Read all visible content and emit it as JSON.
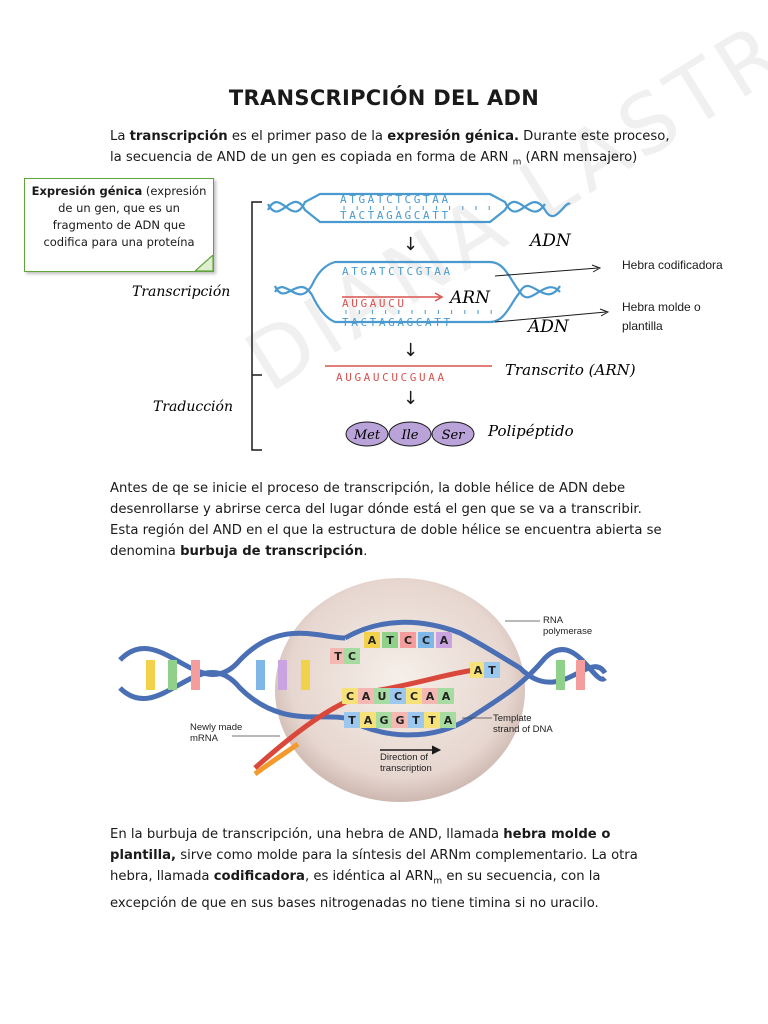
{
  "title": "TRANSCRIPCIÓN DEL ADN",
  "intro": {
    "p1": "La ",
    "b1": "transcripción",
    "p2": " es el primer paso de la ",
    "b2": "expresión génica.",
    "p3": " Durante este proceso, la secuencia de AND de un gen es copiada en forma de ARN ",
    "sub": "m",
    "p4": " (ARN mensajero)"
  },
  "callout": {
    "bold": "Expresión génica",
    "rest": " (expresión de un gen, que es un fragmento de ADN que codifica para una proteína"
  },
  "diagram1": {
    "top_strand_1": "ATGATCTCGTAA",
    "bottom_strand_1": "TACTAGAGCATT",
    "coding_strand": "ATGATCTCGTAA",
    "rna_growing": "AUGAUCU",
    "template_strand": "TACTAGAGCATT",
    "transcript": "AUGAUCUCGUAA",
    "label_adn_1": "ADN",
    "label_arn": "ARN",
    "label_adn_2": "ADN",
    "label_transcrito": "Transcrito (ARN)",
    "label_polipeptido": "Polipéptido",
    "label_transcripcion": "Transcripción",
    "label_traduccion": "Traducción",
    "amino_acids": [
      "Met",
      "Ile",
      "Ser"
    ],
    "hebra_codificadora": "Hebra codificadora",
    "hebra_molde": "Hebra molde o plantilla",
    "colors": {
      "dna": "#4a9ad0",
      "rna": "#d9534f",
      "protein": "#b9a3d8",
      "ink": "#1a1a1a"
    }
  },
  "para2": {
    "text": "Antes de qe se inicie el proceso de transcripción, la doble hélice de ADN debe desenrollarse y abrirse cerca del lugar dónde está el gen que se va a transcribir. Esta región del AND en el que la estructura de doble hélice se encuentra abierta se denomina ",
    "bold": "burbuja de transcripción",
    "end": "."
  },
  "diagram2": {
    "top_letters": [
      "A",
      "T",
      "C",
      "C",
      "A"
    ],
    "mid_letters": [
      "C",
      "A",
      "U",
      "C",
      "C",
      "A",
      "A"
    ],
    "bottom_letters": [
      "T",
      "A",
      "G",
      "G",
      "T",
      "T",
      "A"
    ],
    "left_letters": [
      "T",
      "C"
    ],
    "right_letters": [
      "A",
      "T"
    ],
    "label_rna_polymerase": "RNA polymerase",
    "label_newly_made": "Newly made mRNA",
    "label_template": "Template strand of DNA",
    "label_direction": "Direction of transcription"
  },
  "para3": {
    "t1": "En la burbuja de transcripción, una hebra de AND, llamada ",
    "b1": "hebra molde o plantilla,",
    "t2": " sirve como molde para la síntesis del ARNm complementario. La otra hebra, llamada ",
    "b2": "codificadora",
    "t3": ", es idéntica al ARN",
    "sub": "m",
    "t4": " en su secuencia, con la excepción de que en sus bases nitrogenadas no tiene timina si no uracilo."
  }
}
